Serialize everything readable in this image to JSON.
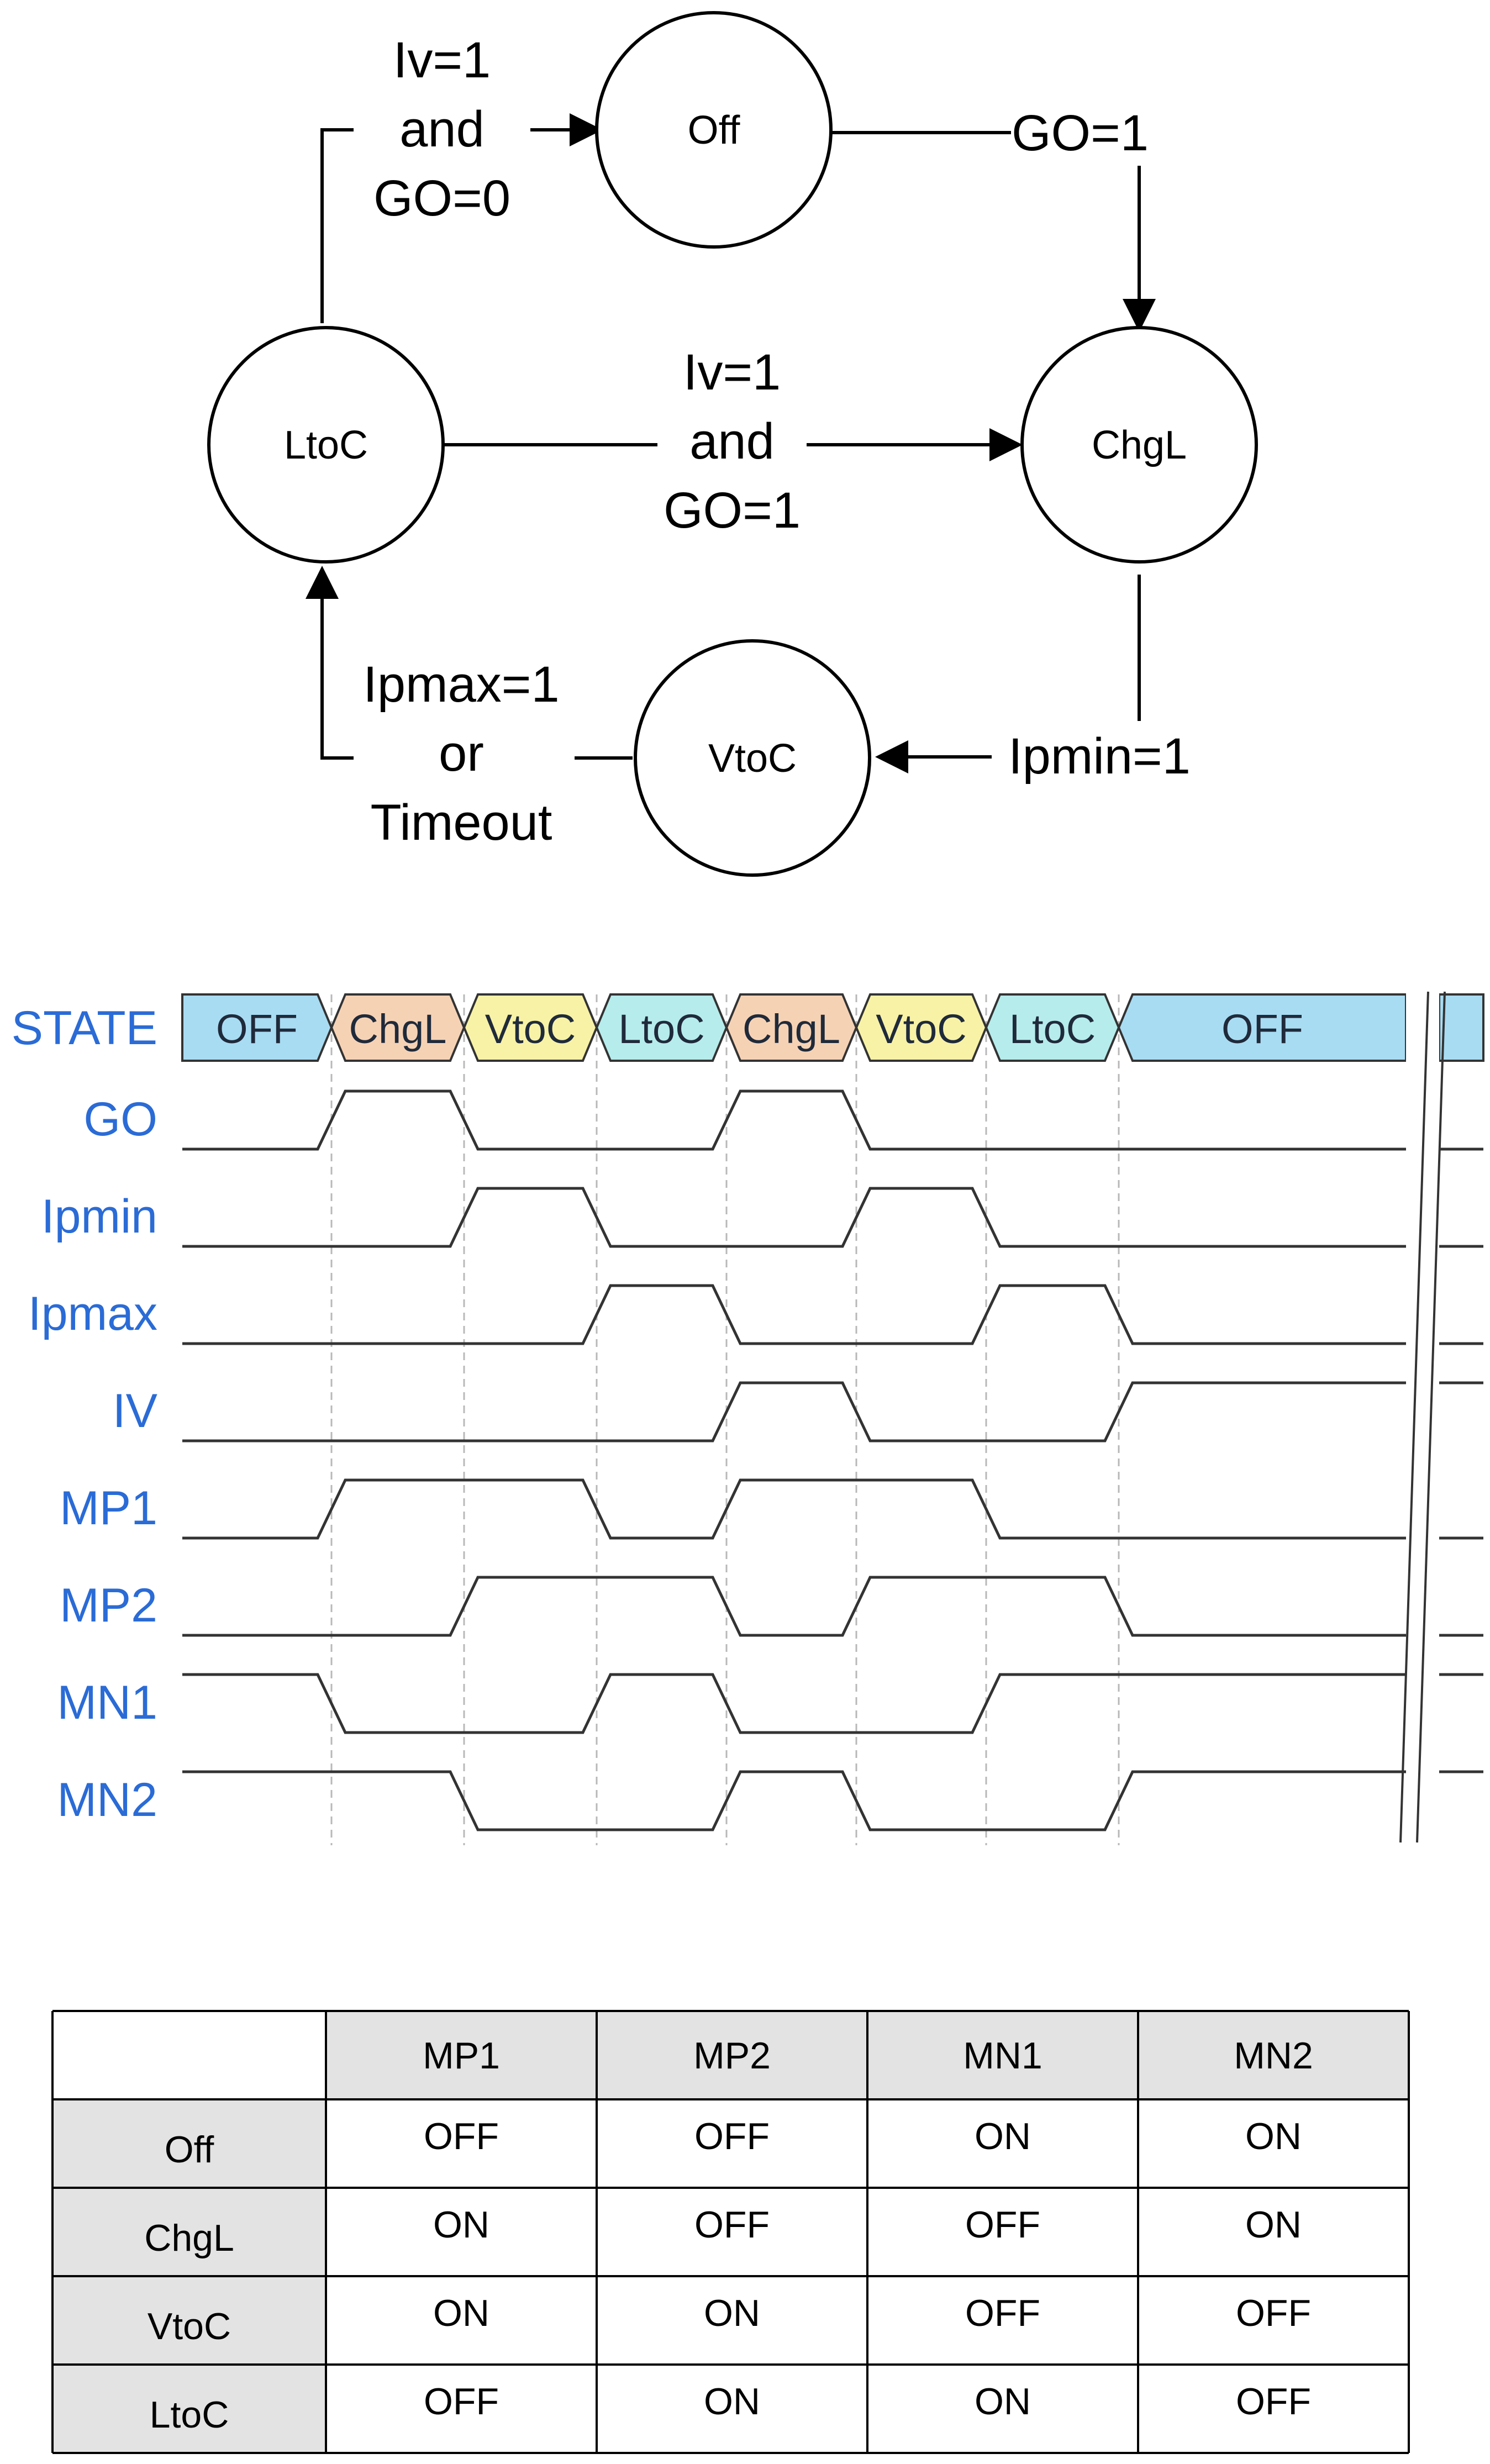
{
  "state_machine": {
    "states": [
      {
        "id": "off",
        "label": "Off"
      },
      {
        "id": "chgl",
        "label": "ChgL"
      },
      {
        "id": "vtoc",
        "label": "VtoC"
      },
      {
        "id": "ltoc",
        "label": "LtoC"
      }
    ],
    "transitions": [
      {
        "from": "off",
        "to": "chgl",
        "condition": [
          "GO=1"
        ]
      },
      {
        "from": "chgl",
        "to": "vtoc",
        "condition": [
          "Ipmin=1"
        ]
      },
      {
        "from": "vtoc",
        "to": "ltoc",
        "condition": [
          "Ipmax=1",
          "or",
          "Timeout"
        ]
      },
      {
        "from": "ltoc",
        "to": "chgl",
        "condition": [
          "Iv=1",
          "and",
          "GO=1"
        ]
      },
      {
        "from": "ltoc",
        "to": "off",
        "condition": [
          "Iv=1",
          "and",
          "GO=0"
        ]
      }
    ]
  },
  "timing": {
    "state_label": "STATE",
    "state_segments": [
      {
        "label": "OFF",
        "color": "#a8dcf3"
      },
      {
        "label": "ChgL",
        "color": "#f6d2b5"
      },
      {
        "label": "VtoC",
        "color": "#f8f2a6"
      },
      {
        "label": "LtoC",
        "color": "#b6ecec"
      },
      {
        "label": "ChgL",
        "color": "#f6d2b5"
      },
      {
        "label": "VtoC",
        "color": "#f8f2a6"
      },
      {
        "label": "LtoC",
        "color": "#b6ecec"
      },
      {
        "label": "OFF",
        "color": "#a8dcf3"
      }
    ],
    "signals": [
      {
        "name": "GO",
        "levels": [
          0,
          1,
          0,
          0,
          1,
          0,
          0,
          0
        ]
      },
      {
        "name": "Ipmin",
        "levels": [
          0,
          0,
          1,
          0,
          0,
          1,
          0,
          0
        ]
      },
      {
        "name": "Ipmax",
        "levels": [
          0,
          0,
          0,
          1,
          0,
          0,
          1,
          0
        ]
      },
      {
        "name": "IV",
        "levels": [
          0,
          0,
          0,
          0,
          1,
          0,
          0,
          1
        ]
      },
      {
        "name": "MP1",
        "levels": [
          0,
          1,
          1,
          0,
          1,
          1,
          0,
          0
        ]
      },
      {
        "name": "MP2",
        "levels": [
          0,
          0,
          1,
          1,
          0,
          1,
          1,
          0
        ]
      },
      {
        "name": "MN1",
        "levels": [
          1,
          0,
          0,
          1,
          0,
          0,
          1,
          1
        ]
      },
      {
        "name": "MN2",
        "levels": [
          1,
          1,
          0,
          0,
          1,
          0,
          0,
          1
        ]
      }
    ]
  },
  "switch_table": {
    "columns": [
      "",
      "MP1",
      "MP2",
      "MN1",
      "MN2"
    ],
    "rows": [
      {
        "state": "Off",
        "values": [
          "OFF",
          "OFF",
          "ON",
          "ON"
        ]
      },
      {
        "state": "ChgL",
        "values": [
          "ON",
          "OFF",
          "OFF",
          "ON"
        ]
      },
      {
        "state": "VtoC",
        "values": [
          "ON",
          "ON",
          "OFF",
          "OFF"
        ]
      },
      {
        "state": "LtoC",
        "values": [
          "OFF",
          "ON",
          "ON",
          "OFF"
        ]
      }
    ]
  },
  "colors": {
    "signal_label": "#2a6bd6",
    "line": "#333333",
    "grid": "#b8b8b8",
    "table_header_bg": "#e3e3e3"
  }
}
